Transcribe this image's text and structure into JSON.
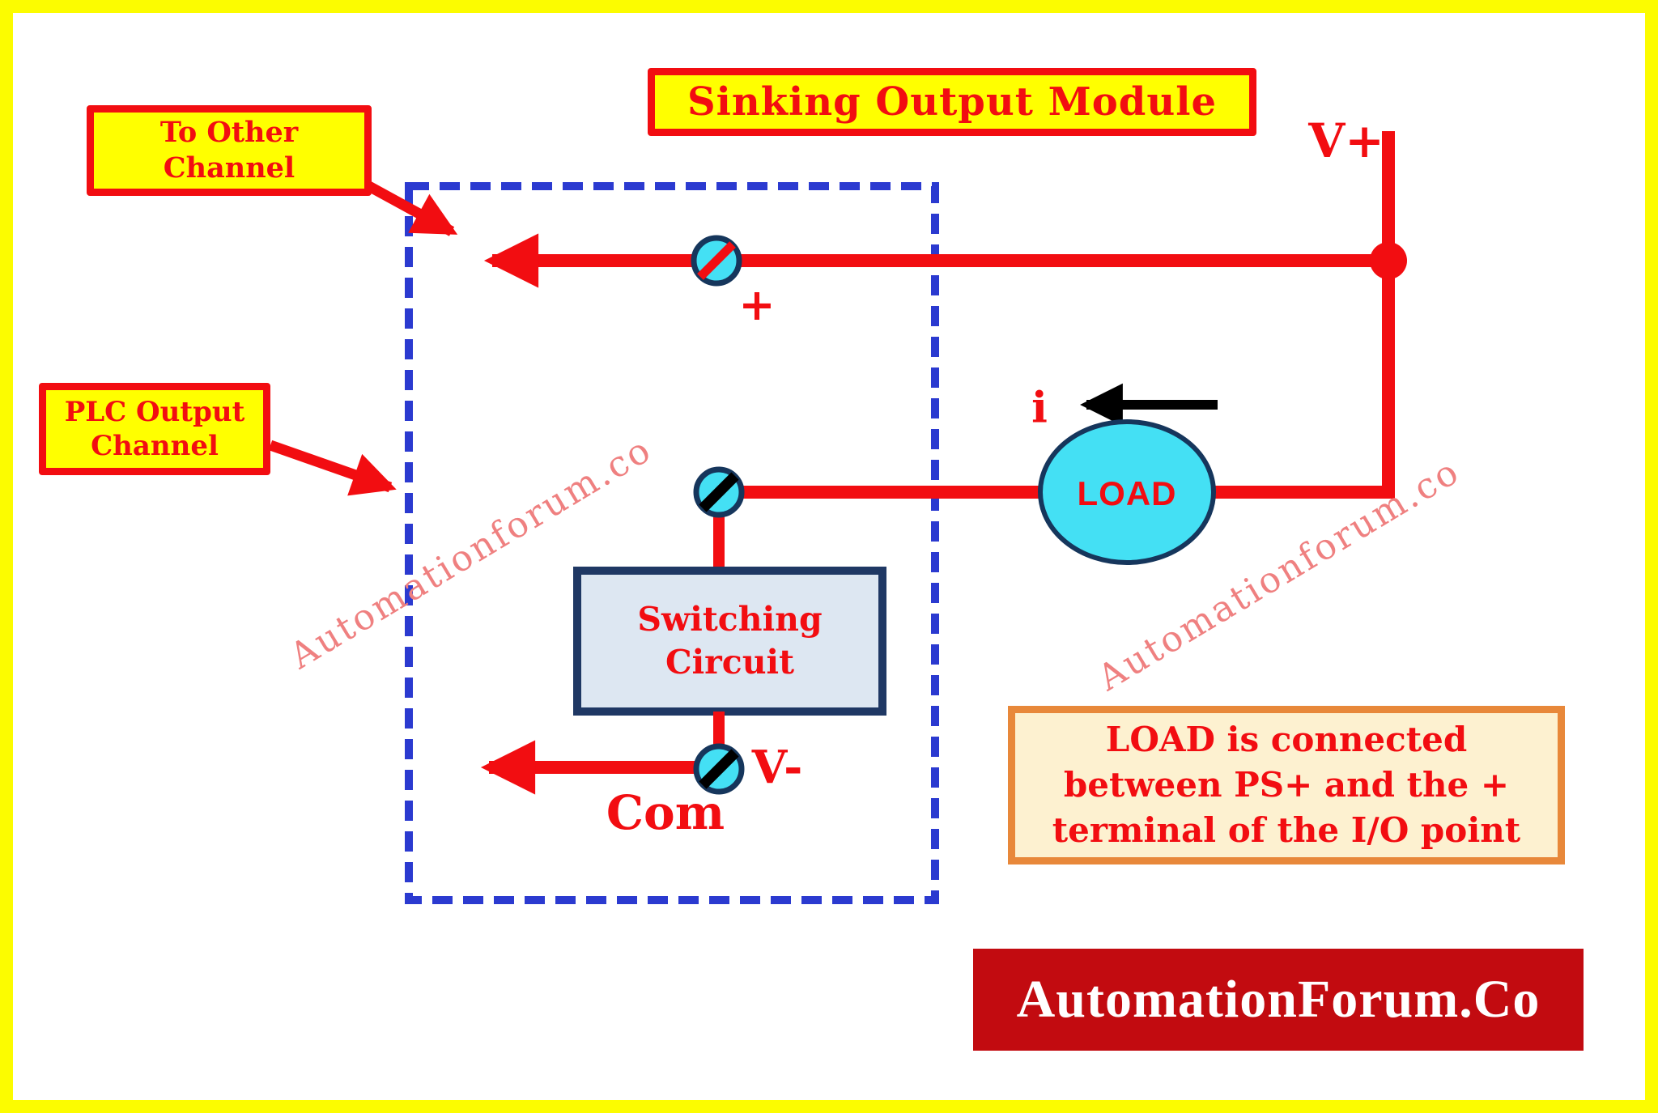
{
  "title": "Sinking Output Module",
  "callouts": {
    "to_other_channel": {
      "lines": [
        "To Other",
        "Channel"
      ]
    },
    "plc_output_channel": {
      "lines": [
        "PLC Output",
        "Channel"
      ]
    }
  },
  "labels": {
    "plus_terminal": "+",
    "v_plus": "V+",
    "current": "i",
    "load": "LOAD",
    "v_minus": "V-",
    "common": "Com"
  },
  "switching_circuit": {
    "lines": [
      "Switching",
      "Circuit"
    ]
  },
  "note": {
    "lines": [
      "LOAD is connected",
      "between PS+ and the +",
      "terminal of the I/O point"
    ]
  },
  "watermark": "Automationforum.co",
  "footer_brand": "AutomationForum.Co",
  "colors": {
    "frame_yellow": "#fcfc00",
    "accent_red": "#f20d11",
    "dashed_blue": "#2b3ad0",
    "terminal_cyan": "#44e0f4",
    "outline_navy": "#16365c",
    "switch_panel_fill": "#dde7f2",
    "switch_panel_border": "#1f3864",
    "note_fill": "#fdf1d0",
    "note_border": "#e8883a",
    "banner_red": "#c20b10",
    "watermark_pink": "#ef8080",
    "current_arrow_black": "#000000"
  }
}
